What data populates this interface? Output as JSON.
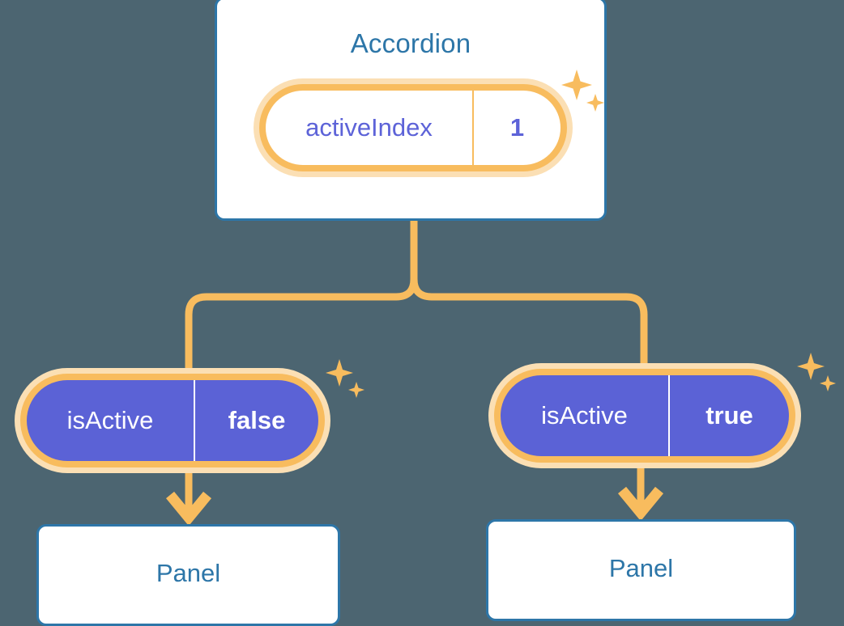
{
  "diagram": {
    "title_node": {
      "name": "Accordion",
      "state": {
        "key": "activeIndex",
        "value": "1"
      },
      "sparkle_icon": "sparkle-icon"
    },
    "children": [
      {
        "id": "left",
        "state": {
          "key": "isActive",
          "value": "false"
        },
        "sparkle_icon": "sparkle-icon",
        "panel_label": "Panel",
        "arrow_icon": "arrow-down-icon"
      },
      {
        "id": "right",
        "state": {
          "key": "isActive",
          "value": "true"
        },
        "sparkle_icon": "sparkle-icon",
        "panel_label": "Panel",
        "arrow_icon": "arrow-down-icon"
      }
    ],
    "colors": {
      "background": "#4c6571",
      "card_border": "#2d76a8",
      "card_fill": "#ffffff",
      "title_text": "#2d76a8",
      "pill_glow": "#fbdfb4",
      "pill_ring": "#f8bc5e",
      "pill_solid_fill": "#5b62d6",
      "pill_value_text": "#5d63d8",
      "connector": "#f8bc5e"
    }
  }
}
